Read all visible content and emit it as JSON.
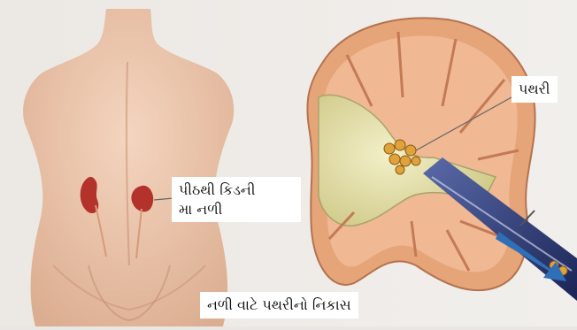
{
  "labels": {
    "stone": "પથરી",
    "back_kidney_line1": "પીઠથી કિડની",
    "back_kidney_line2": "મા નળી",
    "caption": "નળી વાટે પથરીનો નિકાસ"
  }
}
